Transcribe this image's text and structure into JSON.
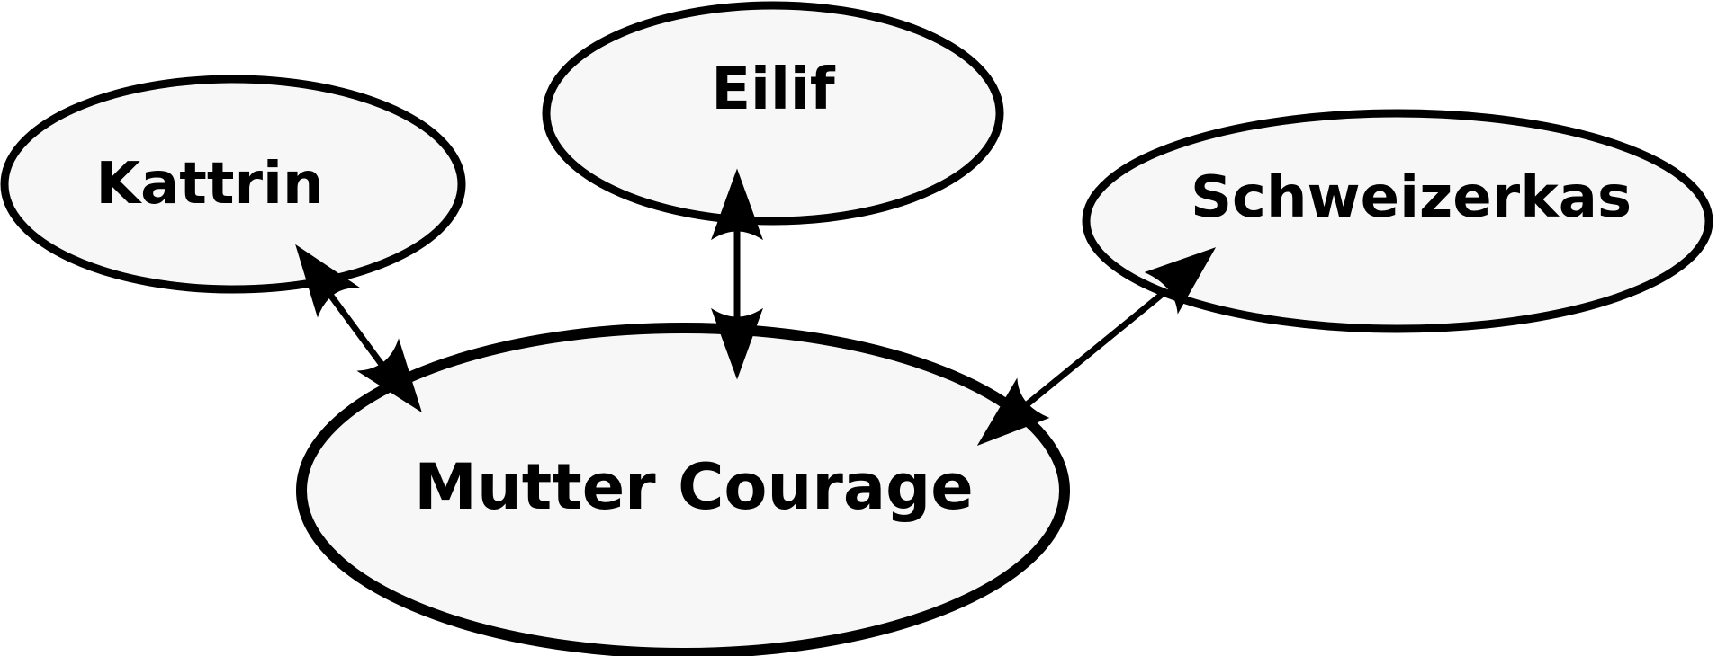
{
  "nodes": {
    "mutter_courage": "Mutter Courage",
    "kattrin": "Kattrin",
    "eilif": "Eilif",
    "schweizerkas": "Schweizerkas"
  },
  "edges": [
    {
      "from": "mutter_courage",
      "to": "kattrin",
      "direction": "both"
    },
    {
      "from": "mutter_courage",
      "to": "eilif",
      "direction": "both"
    },
    {
      "from": "mutter_courage",
      "to": "schweizerkas",
      "direction": "both"
    }
  ],
  "colors": {
    "node_fill": "#f7f7f7",
    "stroke": "#000000",
    "text": "#000000"
  }
}
